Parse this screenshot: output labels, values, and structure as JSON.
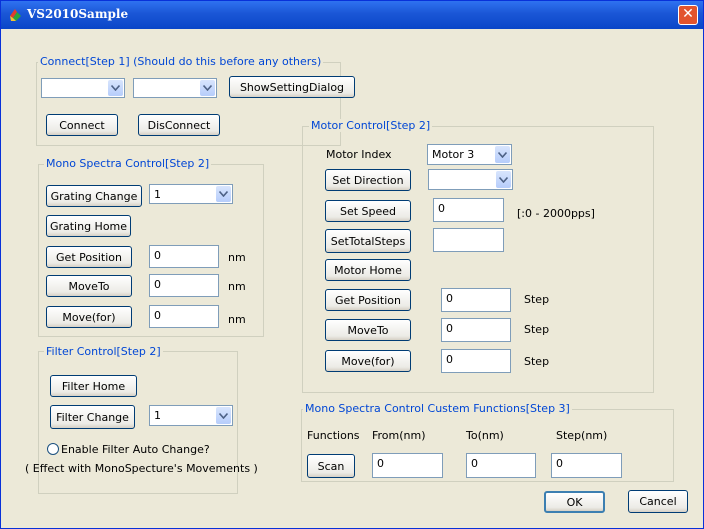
{
  "window": {
    "title": "VS2010Sample"
  },
  "connect": {
    "title": "Connect[Step 1] (Should do this before any others)",
    "combo1_value": "",
    "combo2_value": "",
    "show_setting_label": "ShowSettingDialog",
    "connect_label": "Connect",
    "disconnect_label": "DisConnect"
  },
  "mono": {
    "title": "Mono Spectra Control[Step 2]",
    "grating_change_label": "Grating Change",
    "grating_value": "1",
    "grating_home_label": "Grating Home",
    "get_position_label": "Get Position",
    "get_position_value": "0",
    "moveto_label": "MoveTo",
    "moveto_value": "0",
    "movefor_label": "Move(for)",
    "movefor_value": "0",
    "unit": "nm"
  },
  "filter": {
    "title": "Filter Control[Step 2]",
    "home_label": "Filter Home",
    "change_label": "Filter Change",
    "change_value": "1",
    "auto_change_label": "Enable Filter Auto Change?",
    "effect_note": "( Effect with MonoSpecture's Movements )"
  },
  "motor": {
    "title": "Motor Control[Step 2]",
    "index_label": "Motor Index",
    "index_value": "Motor 3",
    "set_direction_label": "Set Direction",
    "direction_value": "",
    "set_speed_label": "Set Speed",
    "speed_value": "0",
    "speed_range": "[:0 - 2000pps]",
    "set_total_steps_label": "SetTotalSteps",
    "total_steps_value": "",
    "motor_home_label": "Motor Home",
    "get_position_label": "Get Position",
    "get_position_value": "0",
    "moveto_label": "MoveTo",
    "moveto_value": "0",
    "movefor_label": "Move(for)",
    "movefor_value": "0",
    "unit": "Step"
  },
  "custom": {
    "title": "Mono Spectra Control Custem Functions[Step 3]",
    "functions_label": "Functions",
    "from_label": "From(nm)",
    "to_label": "To(nm)",
    "step_label": "Step(nm)",
    "scan_label": "Scan",
    "from_value": "0",
    "to_value": "0",
    "step_value": "0"
  },
  "footer": {
    "ok_label": "OK",
    "cancel_label": "Cancel"
  }
}
